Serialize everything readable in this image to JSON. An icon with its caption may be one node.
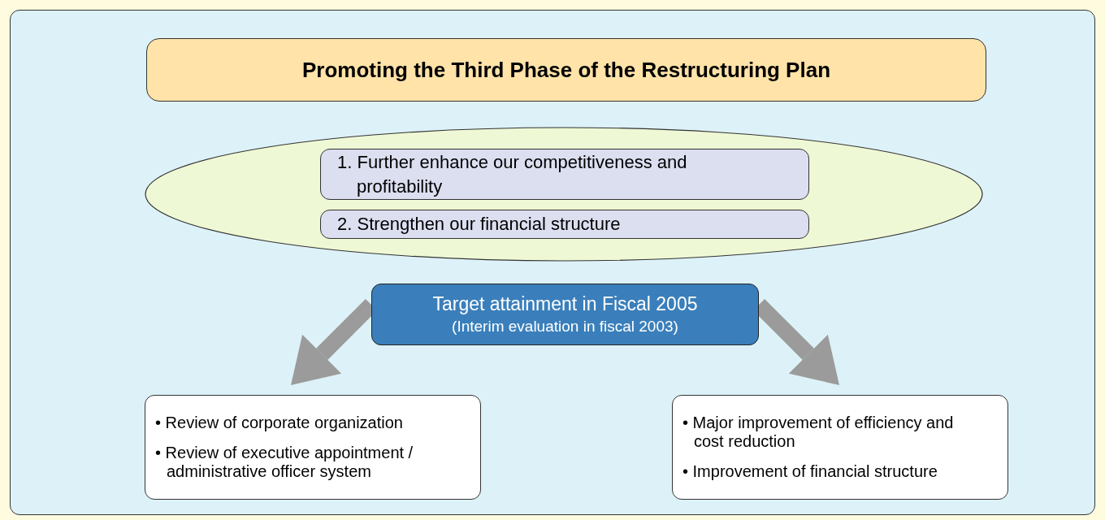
{
  "diagram": {
    "nodes": [
      {
        "text": [
          "Promoting the Third Phase of the Restructuring Plan"
        ]
      },
      {
        "text": [],
        "shape": "ellipse"
      },
      {
        "text": [
          "1. Further enhance our competitiveness and profitability"
        ],
        "in": 1
      },
      {
        "text": [
          "2. Strengthen our financial structure"
        ],
        "in": 1
      },
      {
        "text": [
          "Target attainment in Fiscal 2005",
          "(Interim evaluation in fiscal 2003)"
        ]
      },
      {
        "text": [
          "• Review of corporate organization",
          "• Review of executive appointment / administrative officer system"
        ]
      },
      {
        "text": [
          "• Major improvement of efficiency and cost reduction",
          "• Improvement of financial structure"
        ]
      }
    ],
    "edges": [
      {
        "from": 4,
        "to": 5,
        "arrow": "to"
      },
      {
        "from": 4,
        "to": 6,
        "arrow": "to"
      }
    ]
  }
}
